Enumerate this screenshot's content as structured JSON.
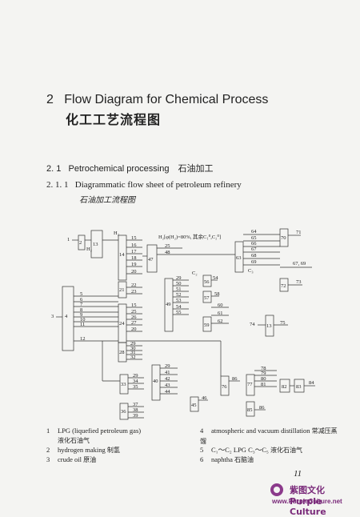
{
  "chapter": {
    "number": "2",
    "title": "Flow Diagram for Chemical Process",
    "title_cn": "化工工艺流程图"
  },
  "section": {
    "number": "2. 1",
    "title": "Petrochemical processing",
    "title_cn": "石油加工"
  },
  "subsection": {
    "number": "2. 1. 1",
    "title": "Diagrammatic flow sheet of petroleum refinery",
    "title_cn": "石油加工流程图"
  },
  "diagram": {
    "labels": [
      "1",
      "2",
      "3",
      "4",
      "5",
      "6",
      "7",
      "8",
      "9",
      "10",
      "11",
      "12",
      "13",
      "14",
      "15",
      "16",
      "17",
      "18",
      "19",
      "20",
      "21",
      "22",
      "23",
      "24",
      "25",
      "26",
      "27",
      "28",
      "29",
      "30",
      "31",
      "32",
      "33",
      "34",
      "35",
      "36",
      "37",
      "38",
      "39",
      "40",
      "41",
      "42",
      "43",
      "44",
      "45",
      "46",
      "47",
      "48",
      "49",
      "50",
      "51",
      "52",
      "53",
      "54",
      "55",
      "56",
      "57",
      "58",
      "59",
      "60",
      "61",
      "62",
      "63",
      "64",
      "65",
      "66",
      "67",
      "68",
      "69",
      "70",
      "71",
      "72",
      "73",
      "74",
      "75",
      "76",
      "77",
      "78",
      "79",
      "80",
      "81",
      "82",
      "83",
      "84",
      "85",
      "86"
    ],
    "note": "H₂[φ(H₂)=80%, 其余C₁⁰,C₂⁰]",
    "h2_label": "H₂",
    "c2_label": "C₂",
    "c3_label": "C₃"
  },
  "legend": [
    {
      "num": "1",
      "en": "LPG (liquefied petroleum gas)",
      "cn": "液化石油气"
    },
    {
      "num": "2",
      "en": "hydrogen making",
      "cn": "制氢"
    },
    {
      "num": "3",
      "en": "crude oil",
      "cn": "原油"
    },
    {
      "num": "4",
      "en": "atmospheric and vacuum distillation",
      "cn": "常减压蒸馏"
    },
    {
      "num": "5",
      "en": "C₁～C₂ LPG  C₃～C₅",
      "cn": "液化石油气"
    },
    {
      "num": "6",
      "en": "naphtha",
      "cn": "石脑油"
    }
  ],
  "page_number": "11",
  "publisher": {
    "brand": "紫图文化 Purple Culture",
    "url": "www.PurpleCulture.net"
  }
}
